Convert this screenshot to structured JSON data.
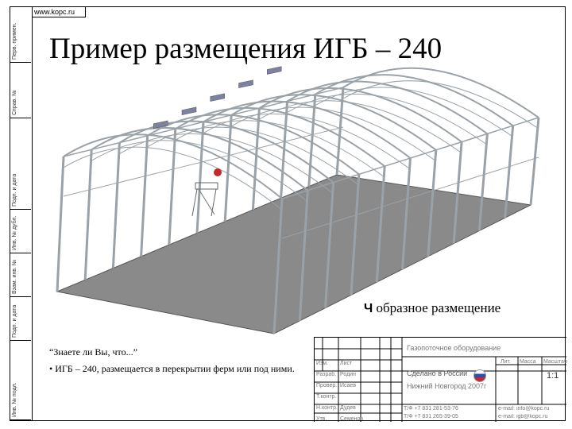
{
  "header": {
    "url": "www.kopc.ru"
  },
  "slide": {
    "title": "Пример размещения ИГБ – 240",
    "caption_letter": "Ч",
    "caption_rest": " образное размещение"
  },
  "note": {
    "heading": "“Знаете ли Вы, что...”",
    "bullet": "• ИГБ – 240, размещается в перекрытии ферм или под ними."
  },
  "left_strip": [
    "Перв. примен.",
    "Справ. №",
    "Подп. и дата",
    "Инв. № дубл.",
    "Взам. инв. №",
    "Подп. и дата",
    "Инв. № подл."
  ],
  "stamp": {
    "doc_title": "Газопоточное оборудование",
    "company": "Сделано в России",
    "city": "Нижний Новгород 2007г",
    "col_lit": "Лит.",
    "col_mass": "Масса",
    "col_scale": "Масштаб",
    "scale": "1:1",
    "rows": [
      "Изм.",
      "Разраб.",
      "Провер.",
      "Т.контр.",
      "Н.контр.",
      "Утв."
    ],
    "names": [
      "Лист",
      "Родин",
      "Исаев",
      "",
      "Дудев",
      "Семенов"
    ],
    "phone1": "Т/Ф +7 831 281-53-76",
    "phone2": "Т/Ф +7 831 265-39-05",
    "email1": "e-mail: info@kopc.ru",
    "email2": "e-mail: igb@kopc.ru"
  },
  "colors": {
    "floor": "#8a8a8a",
    "frame": "#9aa2a8",
    "heater": "#7d82a0",
    "accent": "#c62828"
  }
}
